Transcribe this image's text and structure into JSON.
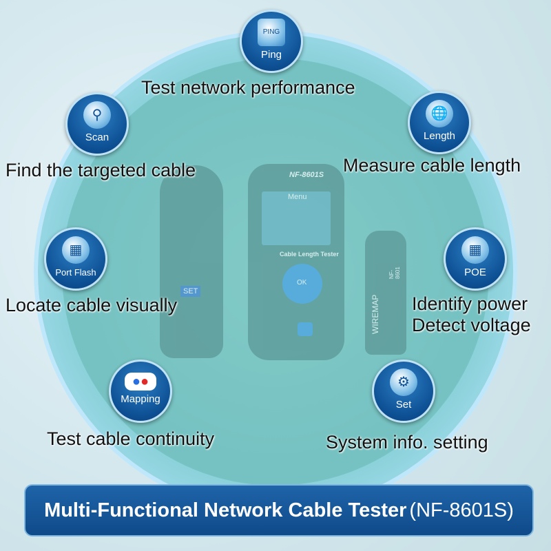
{
  "features": [
    {
      "id": "ping",
      "label": "Ping",
      "icon": "terminal-icon",
      "icon_text": "PING",
      "caption": "Test network performance"
    },
    {
      "id": "scan",
      "label": "Scan",
      "icon": "magnifier-icon",
      "caption": "Find the targeted cable"
    },
    {
      "id": "length",
      "label": "Length",
      "icon": "globe-icon",
      "caption": "Measure cable length"
    },
    {
      "id": "port-flash",
      "label": "Port Flash",
      "icon": "ethernet-port-icon",
      "caption": "Locate cable visually"
    },
    {
      "id": "poe",
      "label": "POE",
      "icon": "ethernet-port-icon",
      "caption_lines": [
        "Identify power",
        "Detect voltage"
      ]
    },
    {
      "id": "mapping",
      "label": "Mapping",
      "icon": "dual-dots-icon",
      "caption": "Test cable continuity"
    },
    {
      "id": "set",
      "label": "Set",
      "icon": "gear-icon",
      "caption": "System info. setting"
    }
  ],
  "device": {
    "model": "NF-8601S",
    "screen_title": "Menu",
    "label": "Cable Length Tester",
    "ok": "OK",
    "remote": "WIREMAP",
    "remote_model": "NF-8601",
    "probe_set": "SET"
  },
  "banner": {
    "title": "Multi-Functional Network Cable Tester",
    "model": "(NF-8601S)"
  }
}
